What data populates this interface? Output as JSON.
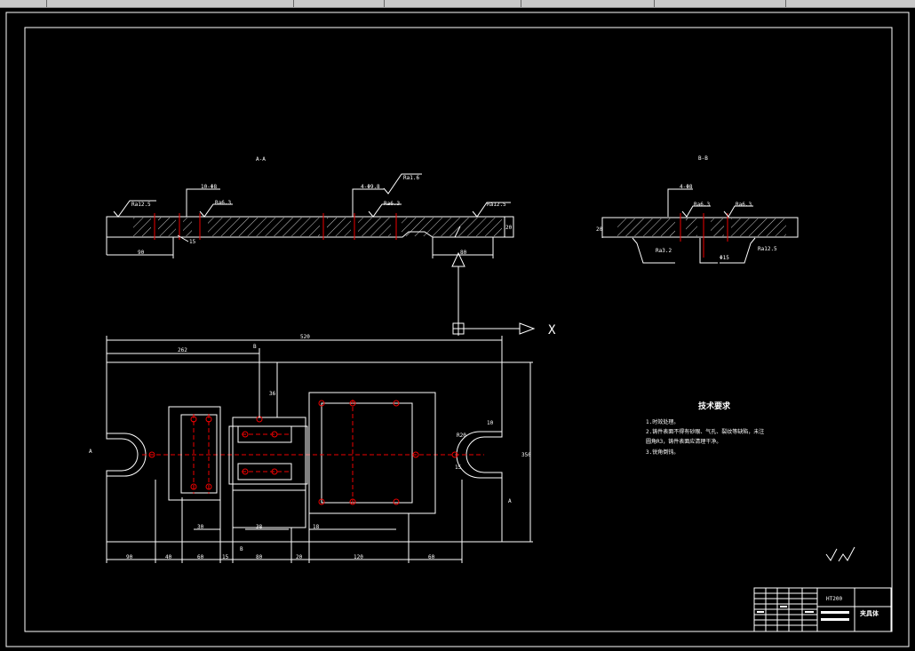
{
  "views": {
    "section_a": {
      "label": "A-A"
    },
    "section_b": {
      "label": "B-B"
    }
  },
  "roughness": {
    "ra12_5_left": "Ra12.5",
    "ra6_3_left": "Ra6.3",
    "ra1_6_top": "Ra1.6",
    "ra6_3_mid": "Ra6.3",
    "ra12_5_right": "Ra12.5",
    "ra6_3_b1": "Ra6.3",
    "ra6_3_b2": "Ra6.3",
    "ra3_2_b": "Ra3.2",
    "ra12_5_b": "Ra12.5"
  },
  "dims": {
    "holes_left": "10-Φ8",
    "holes_mid": "4-Φ9.8",
    "holes_b": "4-Φ8",
    "thick_a": "20",
    "chamfer": "15",
    "len_left": "90",
    "len_right": "80",
    "thick_b": "20",
    "counterbore": "Φ15",
    "overall_len": "520",
    "len_262": "262",
    "radius": "R20",
    "height": "350",
    "d_90": "90",
    "d_40": "40",
    "d_60": "60",
    "d_15": "15",
    "d_80": "80",
    "d_120": "120",
    "d_60b": "60",
    "d_20": "20",
    "d_18": "18",
    "d_38": "38",
    "d_36": "36",
    "d_10": "10",
    "d_30": "30"
  },
  "axis": {
    "x_label": "X"
  },
  "markers": {
    "a_left": "A",
    "a_right": "A",
    "b_top": "B",
    "b_bottom": "B"
  },
  "notes": {
    "title": "技术要求",
    "lines": [
      "1.时效处理。",
      "2.铸件表面不得有砂眼、气孔、裂纹等缺陷，未注",
      "圆角R3，铸件表面应清理干净。",
      "3.锐角倒钝。"
    ]
  },
  "title_block": {
    "material": "HT200",
    "part_name": "夹具体"
  },
  "colors": {
    "line": "#ffffff",
    "center": "#e00000",
    "background": "#000000"
  }
}
